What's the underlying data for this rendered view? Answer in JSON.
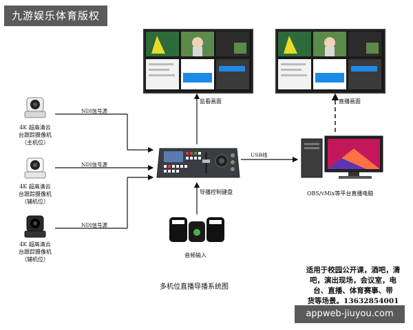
{
  "banner": {
    "text": "九游娱乐体育版权"
  },
  "footer": {
    "text": "appweb-jiuyou.com"
  },
  "diagram": {
    "title": "多机位直播导播系统图",
    "cameras": [
      {
        "line1": "4K 超高清云",
        "line2": "台跟踪摄像机",
        "line3": "（主机位）",
        "signal": "NDI信号源"
      },
      {
        "line1": "4K 超高清云",
        "line2": "台跟踪摄像机",
        "line3": "（辅机位）",
        "signal": "NDI信号源"
      },
      {
        "line1": "4K 超高清云",
        "line2": "台跟踪摄像机",
        "line3": "（辅机位）",
        "signal": "NDI信号源"
      }
    ],
    "monitor_label": "监看画面",
    "live_label": "直播画面",
    "switcher_label": "导播控制键盘",
    "usb_label": "USB线",
    "pc_label": "OBS/vMix等平台直播电脑",
    "audio_label": "音频输入",
    "description": {
      "line1": "适用于校园公开课，酒吧，清",
      "line2": "吧，演出现场，会议室，电",
      "line3": "台、直播、体育赛事、带",
      "line4": "货等场景。13632854001"
    }
  }
}
